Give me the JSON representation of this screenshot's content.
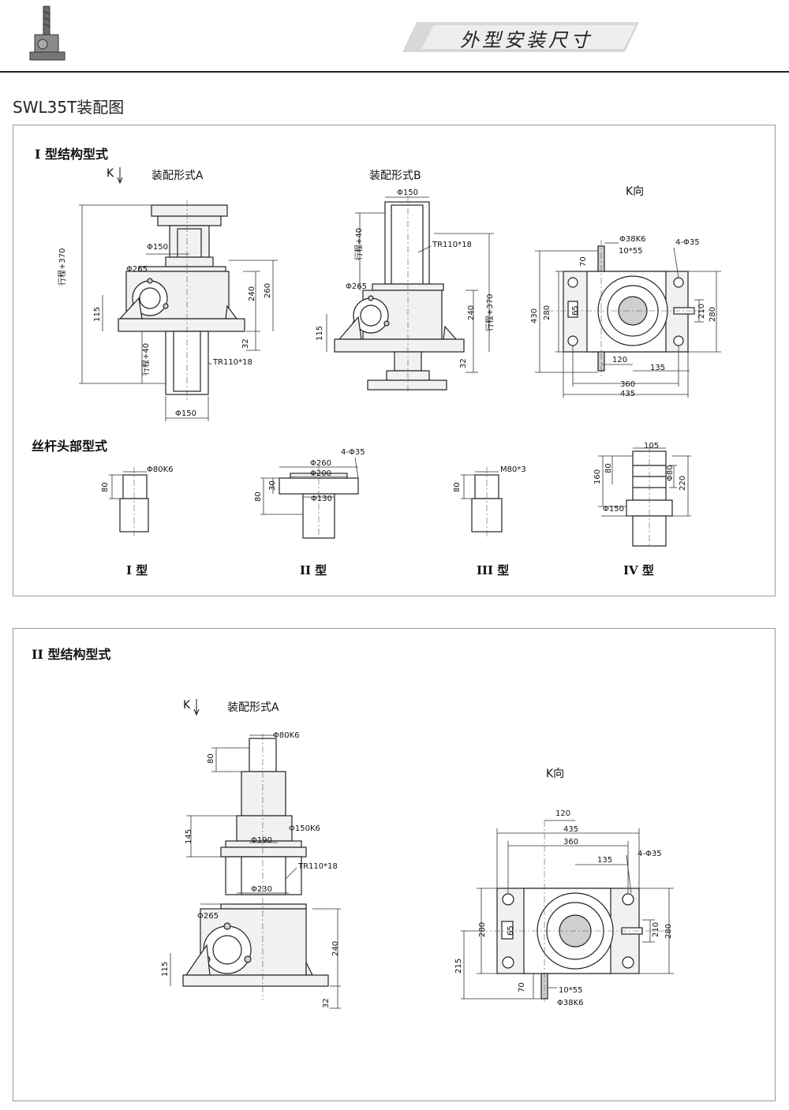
{
  "header": {
    "banner_title": "外型安装尺寸"
  },
  "page_title": "SWL35T装配图",
  "panel1": {
    "section_title": "I 型结构型式",
    "view_k_marker": "K",
    "assembly_a": {
      "title": "装配形式A",
      "dims": {
        "d150_top": "Φ150",
        "d265": "Φ265",
        "stroke370": "行程+370",
        "h115": "115",
        "h240": "240",
        "h260": "260",
        "h32": "32",
        "stroke40": "行程+40",
        "tr": "TR110*18",
        "d150_bottom": "Φ150"
      }
    },
    "assembly_b": {
      "title": "装配形式B",
      "dims": {
        "d150": "Φ150",
        "stroke40": "行程+40",
        "tr": "TR110*18",
        "d265": "Φ265",
        "h115": "115",
        "h240": "240",
        "stroke370": "行程+370",
        "h32": "32"
      }
    },
    "k_view": {
      "title": "K向",
      "dims": {
        "shaft": "Φ38K6",
        "holes": "4-Φ35",
        "key": "10*55",
        "h70": "70",
        "h430": "430",
        "h280_left": "280",
        "h65": "65",
        "h210": "210",
        "h280_right": "280",
        "w120": "120",
        "w135": "135",
        "w360": "360",
        "w435": "435"
      }
    },
    "head_section_title": "丝杆头部型式",
    "head_types": [
      {
        "label": "I 型",
        "dims": {
          "dia": "Φ80K6",
          "h": "80"
        }
      },
      {
        "label": "II 型",
        "dims": {
          "holes": "4-Φ35",
          "d260": "Φ260",
          "d200": "Φ200",
          "d130": "Φ130",
          "h80": "80",
          "h30": "30"
        }
      },
      {
        "label": "III 型",
        "dims": {
          "thread": "M80*3",
          "h": "80"
        }
      },
      {
        "label": "IV 型",
        "dims": {
          "w105": "105",
          "h160": "160",
          "h80": "80",
          "d80": "Φ80",
          "h220": "220",
          "d150": "Φ150"
        }
      }
    ]
  },
  "panel2": {
    "section_title": "II 型结构型式",
    "view_k_marker": "K",
    "assembly_a": {
      "title": "装配形式A",
      "dims": {
        "d80k6": "Φ80K6",
        "h80": "80",
        "h145": "145",
        "d150k6": "Φ150K6",
        "d190": "Φ190",
        "tr": "TR110*18",
        "d230": "Φ230",
        "d265": "Φ265",
        "h115": "115",
        "h240": "240",
        "h32": "32"
      }
    },
    "k_view": {
      "title": "K向",
      "dims": {
        "w120": "120",
        "w435": "435",
        "w360": "360",
        "w135": "135",
        "holes": "4-Φ35",
        "h280_left": "280",
        "h65": "65",
        "h210": "210",
        "h280_right": "280",
        "h215": "215",
        "h70": "70",
        "key": "10*55",
        "shaft": "Φ38K6"
      }
    }
  }
}
